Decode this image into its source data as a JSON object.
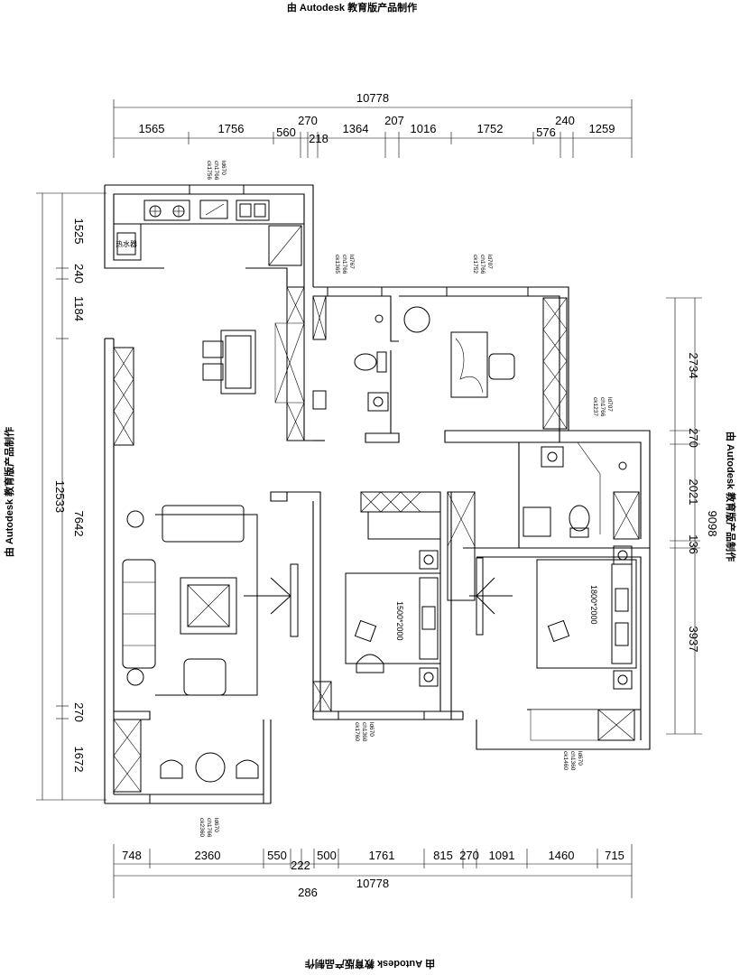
{
  "watermark": {
    "top": "由 Autodesk 教育版产品制作",
    "bottom": "由 Autodesk 教育版产品制作",
    "left": "由 Autodesk 教育版产品制作",
    "right": "由 Autodesk 教育版产品制作"
  },
  "dims": {
    "top_total": "10778",
    "top_segments": [
      "1565",
      "1756",
      "270",
      "560",
      "218",
      "1364",
      "207",
      "1016",
      "1752",
      "240",
      "576",
      "1259"
    ],
    "bottom_segments": [
      "748",
      "2360",
      "550",
      "222",
      "500",
      "1761",
      "815",
      "270",
      "1091",
      "1460",
      "715"
    ],
    "bottom_total": "10778",
    "bottom_extra": "286",
    "left_total": "12533",
    "left_segments": [
      "1525",
      "240",
      "1184",
      "7642",
      "270",
      "1672"
    ],
    "right_total": "9098",
    "right_segments": [
      "2734",
      "270",
      "2021",
      "136",
      "3937"
    ]
  },
  "window_notes": {
    "kitchen": [
      "ck1756",
      "ch1766",
      "ld670"
    ],
    "bath": [
      "ck1365",
      "ch1766",
      "ld767"
    ],
    "study": [
      "ck1752",
      "ch1766",
      "ld707"
    ],
    "bath2": [
      "ck1237",
      "ch1766",
      "ld707"
    ],
    "bedroom2": [
      "ck1760",
      "ch1360",
      "ld670"
    ],
    "master": [
      "ck1460",
      "ch1360",
      "ld670"
    ],
    "balcony": [
      "ck2360",
      "ch1766",
      "ld670"
    ]
  },
  "beds": {
    "bed1": "1500*2000",
    "bed2": "1800*2000"
  },
  "fixtures": {
    "gas_heater": "热水器"
  }
}
